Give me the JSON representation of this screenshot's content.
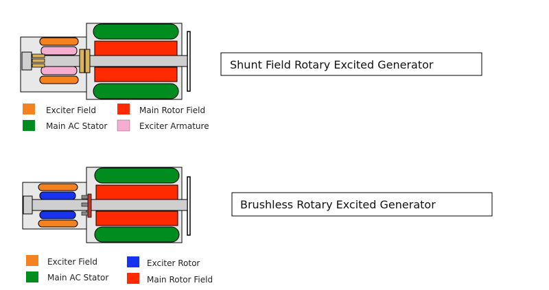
{
  "colors": {
    "exciter_field": "#f58220",
    "main_rotor_field": "#ff2a00",
    "main_ac_stator": "#008c1e",
    "exciter_armature": "#f5aed0",
    "exciter_rotor": "#1733f0",
    "housing": "#e8e8e8",
    "shaft": "#cfcfcf",
    "slip_ring": "#d9b25a",
    "outline": "#000000"
  },
  "diagrams": [
    {
      "title": "Shunt Field Rotary Excited Generator",
      "legend": {
        "exciter_field": "Exciter Field",
        "main_rotor_field": "Main Rotor Field",
        "main_ac_stator": "Main AC Stator",
        "exciter_armature": "Exciter Armature"
      }
    },
    {
      "title": "Brushless Rotary Excited Generator",
      "legend": {
        "exciter_field": "Exciter Field",
        "exciter_rotor": "Exciter Rotor",
        "main_ac_stator": "Main AC Stator",
        "main_rotor_field": "Main Rotor Field"
      }
    }
  ]
}
